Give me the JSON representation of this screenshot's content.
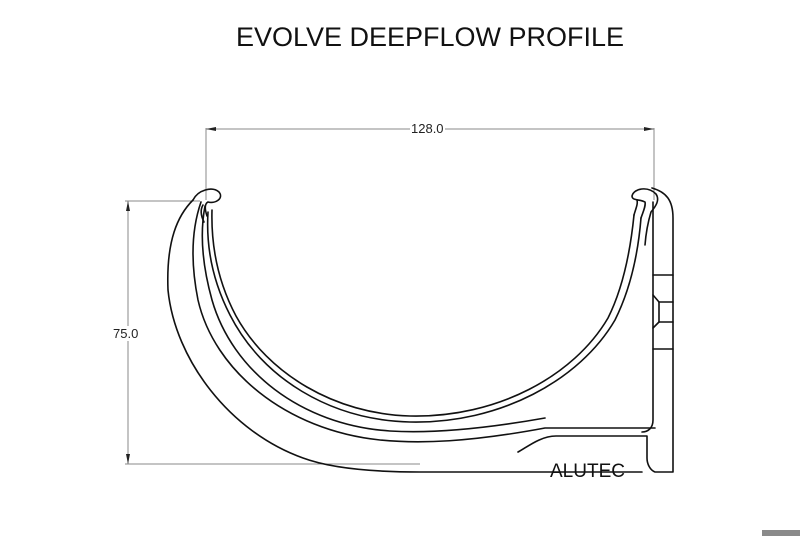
{
  "title": "EVOLVE DEEPFLOW PROFILE",
  "dimensions": {
    "width_label": "128.0",
    "height_label": "75.0",
    "width_mm": 128.0,
    "height_mm": 75.0
  },
  "brand": "ALUTEC",
  "colors": {
    "line": "#111111",
    "dimension_line": "#888888",
    "background": "#ffffff"
  }
}
